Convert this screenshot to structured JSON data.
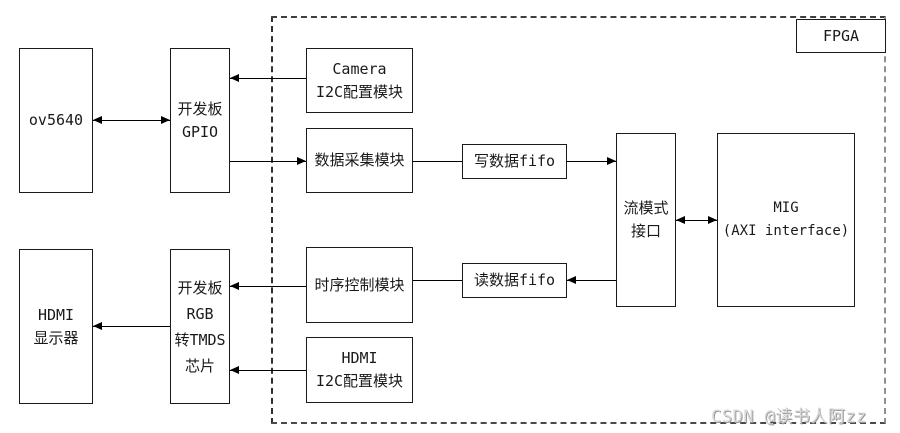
{
  "diagram": {
    "fpga_label": "FPGA",
    "watermark": "CSDN @读书人阿zz",
    "colors": {
      "line": "#000000",
      "box_border": "#1a1a1a",
      "dashed_boundary": "#3f3f3f",
      "watermark_text": "#d9d9d9"
    },
    "blocks": {
      "ov5640": {
        "lines": [
          "ov5640"
        ]
      },
      "gpio": {
        "lines": [
          "开发板",
          "GPIO"
        ]
      },
      "camera_i2c": {
        "lines": [
          "Camera",
          "I2C配置模块"
        ]
      },
      "data_capture": {
        "lines": [
          "数据采集模块"
        ]
      },
      "write_fifo": {
        "lines": [
          "写数据fifo"
        ]
      },
      "stream_interface": {
        "lines": [
          "流模式",
          "接口"
        ]
      },
      "mig": {
        "lines": [
          "MIG",
          "(AXI interface)"
        ]
      },
      "timing_control": {
        "lines": [
          "时序控制模块"
        ]
      },
      "read_fifo": {
        "lines": [
          "读数据fifo"
        ]
      },
      "hdmi_i2c": {
        "lines": [
          "HDMI",
          "I2C配置模块"
        ]
      },
      "rgb_tmds": {
        "lines": [
          "开发板",
          "RGB",
          "转TMDS",
          "芯片"
        ]
      },
      "hdmi_display": {
        "lines": [
          "HDMI",
          "显示器"
        ]
      }
    }
  }
}
